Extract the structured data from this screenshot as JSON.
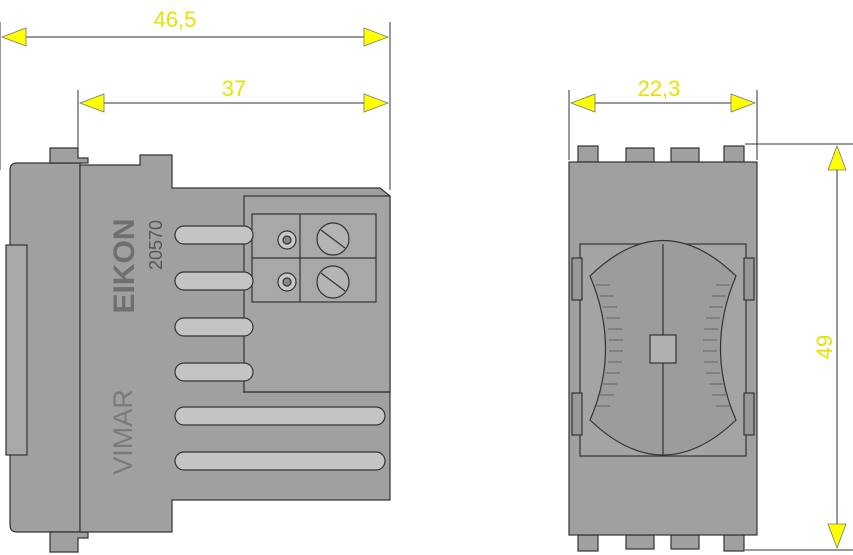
{
  "dimensions": {
    "overall_length": "46,5",
    "body_length": "37",
    "width": "22,3",
    "height": "49"
  },
  "side_view": {
    "brand_line": "EIKON",
    "article_code": "20570",
    "manufacturer": "VIMAR"
  },
  "colors": {
    "dimension_arrow": "#ffff00",
    "dimension_text": "#e8e000",
    "body": "#a0a0a0",
    "outline": "#333333"
  }
}
